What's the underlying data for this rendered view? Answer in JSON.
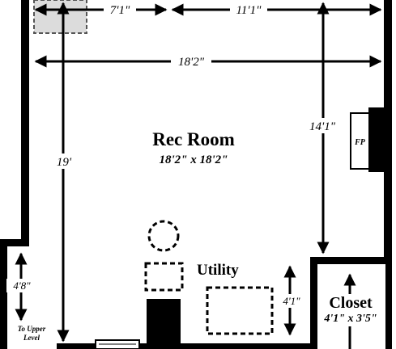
{
  "rec_room": {
    "title": "Rec Room",
    "size": "18'2\" x 18'2\""
  },
  "dimensions": {
    "top_left": "7'1\"",
    "top_right": "11'1\"",
    "width": "18'2\"",
    "height_left": "19'",
    "height_right": "14'1\"",
    "stair_landing": "4'8\"",
    "utility_depth": "4'1\""
  },
  "utility": {
    "label": "Utility"
  },
  "fireplace": {
    "label": "FP"
  },
  "closet": {
    "title": "Closet",
    "size": "4'1\" x 3'5\""
  },
  "stairs": {
    "line1": "To Upper",
    "line2": "Level"
  }
}
